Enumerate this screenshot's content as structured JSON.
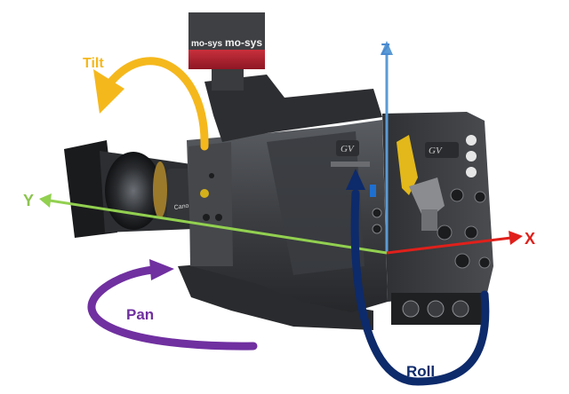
{
  "axes": {
    "z": {
      "label": "Z",
      "color": "#5b9bd5"
    },
    "y": {
      "label": "Y",
      "color": "#92d050"
    },
    "x": {
      "label": "X",
      "color": "#e0201b"
    }
  },
  "rotations": {
    "tilt": {
      "label": "Tilt",
      "color": "#f5b81c"
    },
    "pan": {
      "label": "Pan",
      "color": "#7030a0"
    },
    "roll": {
      "label": "Roll",
      "color": "#0d2a6b"
    }
  },
  "camera": {
    "tracker_brand_left": "mo-sys",
    "tracker_brand_right": "mo-sys",
    "lens_brand": "Canon",
    "body_logo": "GV",
    "panel_logo": "GV"
  }
}
